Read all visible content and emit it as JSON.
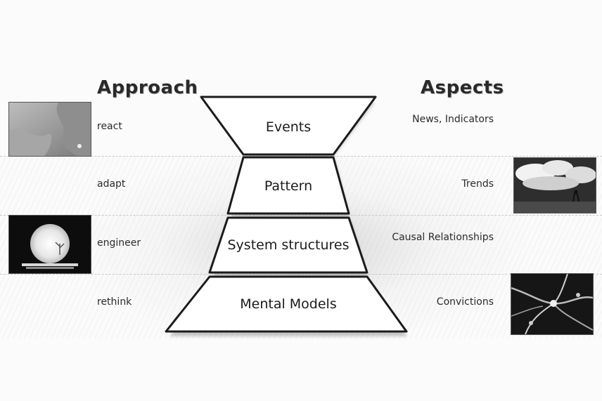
{
  "headings": {
    "left": "Approach",
    "right": "Aspects"
  },
  "tiers": [
    {
      "label": "Events",
      "approach": "react",
      "aspect": "News, Indicators"
    },
    {
      "label": "Pattern",
      "approach": "adapt",
      "aspect": "Trends"
    },
    {
      "label": "System structures",
      "approach": "engineer",
      "aspect": "Causal Relationships"
    },
    {
      "label": "Mental Models",
      "approach": "rethink",
      "aspect": "Convictions"
    }
  ],
  "images": {
    "left_top": "rock-texture-photo",
    "left_bottom": "glowing-moon-photo",
    "right_top": "storm-field-photo",
    "right_bottom": "neuron-network-photo"
  },
  "colors": {
    "ink": "#1e1e1e",
    "paper": "#fbfbfb",
    "shade": "#9a9a9a"
  }
}
